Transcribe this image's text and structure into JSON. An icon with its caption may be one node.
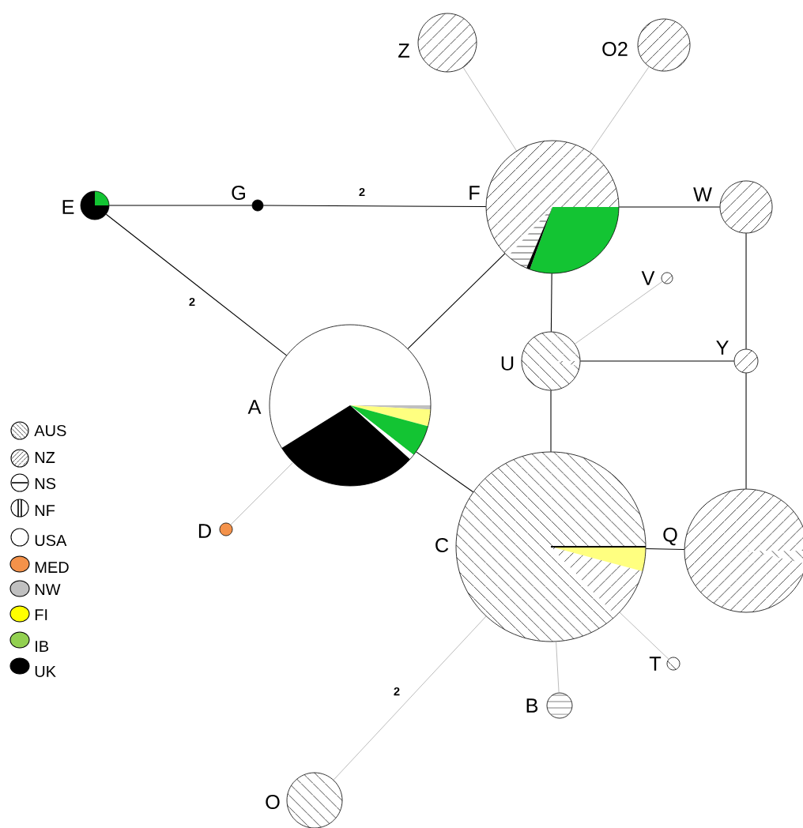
{
  "diagram": {
    "nodes": [
      {
        "text": [
          "Z"
        ]
      },
      {
        "text": [
          "O2"
        ]
      },
      {
        "text": [
          "E"
        ]
      },
      {
        "text": [
          "G"
        ]
      },
      {
        "text": [
          "F"
        ]
      },
      {
        "text": [
          "W"
        ]
      },
      {
        "text": [
          "V"
        ]
      },
      {
        "text": [
          "U"
        ]
      },
      {
        "text": [
          "Y"
        ]
      },
      {
        "text": [
          "A"
        ]
      },
      {
        "text": [
          "D"
        ]
      },
      {
        "text": [
          "C"
        ]
      },
      {
        "text": [
          "Q"
        ]
      },
      {
        "text": [
          "T"
        ]
      },
      {
        "text": [
          "B"
        ]
      },
      {
        "text": [
          "O"
        ]
      }
    ],
    "edges": [
      {
        "from": 0,
        "to": 4,
        "arrow": "none",
        "color": "#9a9a9a"
      },
      {
        "from": 1,
        "to": 4,
        "arrow": "none",
        "color": "#9a9a9a"
      },
      {
        "from": 2,
        "to": 3,
        "arrow": "none"
      },
      {
        "from": 3,
        "to": 4,
        "arrow": "none",
        "label": "2"
      },
      {
        "from": 2,
        "to": 9,
        "arrow": "none",
        "label": "2"
      },
      {
        "from": 4,
        "to": 5,
        "arrow": "none"
      },
      {
        "from": 4,
        "to": 7,
        "arrow": "none"
      },
      {
        "from": 9,
        "to": 4,
        "arrow": "none"
      },
      {
        "from": 5,
        "to": 8,
        "arrow": "none"
      },
      {
        "from": 6,
        "to": 7,
        "arrow": "none",
        "color": "#9a9a9a"
      },
      {
        "from": 7,
        "to": 8,
        "arrow": "none"
      },
      {
        "from": 7,
        "to": 11,
        "arrow": "none"
      },
      {
        "from": 8,
        "to": 12,
        "arrow": "none"
      },
      {
        "from": 9,
        "to": 11,
        "arrow": "none"
      },
      {
        "from": 9,
        "to": 10,
        "arrow": "none",
        "color": "#9a9a9a"
      },
      {
        "from": 11,
        "to": 12,
        "arrow": "none"
      },
      {
        "from": 11,
        "to": 13,
        "arrow": "none",
        "color": "#9a9a9a"
      },
      {
        "from": 11,
        "to": 14,
        "arrow": "none",
        "color": "#9a9a9a"
      },
      {
        "from": 11,
        "to": 15,
        "arrow": "none",
        "color": "#9a9a9a",
        "label": "2"
      }
    ],
    "legend": [
      {
        "text": "AUS"
      },
      {
        "text": "NZ"
      },
      {
        "text": "NS"
      },
      {
        "text": "NF"
      },
      {
        "text": "USA"
      },
      {
        "text": "MED",
        "color": "#f4924a"
      },
      {
        "text": "NW",
        "color": "#c0c0c0"
      },
      {
        "text": "FI",
        "color": "#ffff00"
      },
      {
        "text": "IB",
        "color": "#92d050"
      },
      {
        "text": "UK",
        "color": "#000000"
      }
    ]
  }
}
